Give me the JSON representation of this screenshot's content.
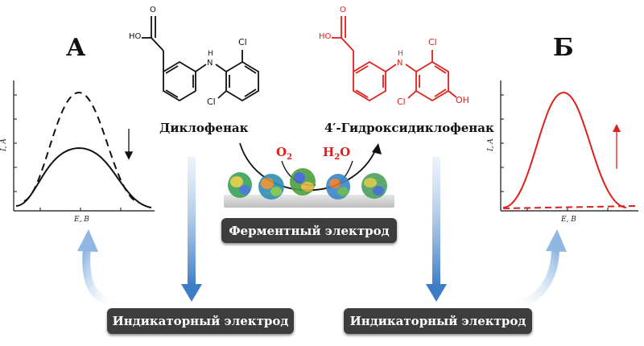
{
  "panels": {
    "left_letter": "А",
    "right_letter": "Б"
  },
  "compounds": {
    "left_name": "Диклофенак",
    "right_name": "4′-Гидроксидиклофенак"
  },
  "reaction": {
    "reagent": "O",
    "reagent_sub": "2",
    "product": "H",
    "product_sub": "2",
    "product_tail": "O"
  },
  "electrodes": {
    "enzyme_label": "Ферментный электрод",
    "indicator_left": "Индикаторный электрод",
    "indicator_right": "Индикаторный электрод"
  },
  "axes": {
    "y_label": "I, A",
    "x_label": "E, В"
  },
  "atoms": {
    "ho": "HO",
    "o": "O",
    "h": "H",
    "n": "N",
    "cl": "Cl",
    "oh": "OH"
  },
  "colors": {
    "black": "#111111",
    "red": "#e0201b",
    "pill_bg": "#3d3d3d",
    "arrow_blue": "#4a86c8"
  }
}
